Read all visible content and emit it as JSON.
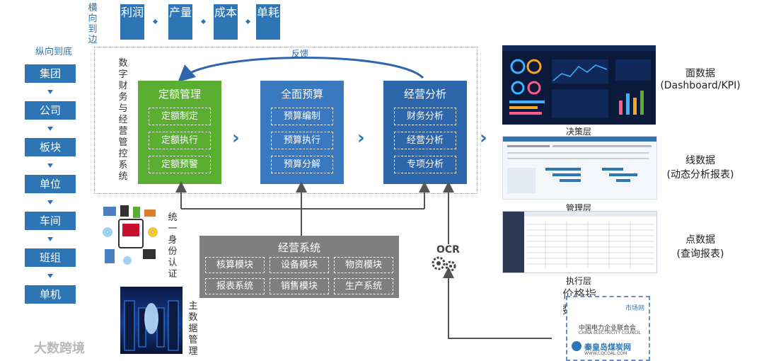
{
  "left_chain": {
    "title": "纵向到底",
    "items": [
      "集团",
      "公司",
      "板块",
      "单位",
      "车间",
      "班组",
      "单机"
    ]
  },
  "top_row": {
    "label": "横向到边",
    "items": [
      "利润",
      "产量",
      "成本",
      "单耗"
    ]
  },
  "system": {
    "label": "数字财务与经营管控系统",
    "feedback": "反馈",
    "modules": [
      {
        "title": "定额管理",
        "color": "#5aae32",
        "items": [
          "定额制定",
          "定额执行",
          "定额预警"
        ]
      },
      {
        "title": "全面预算",
        "color": "#3a78c0",
        "items": [
          "预算编制",
          "预算执行",
          "预算分解"
        ]
      },
      {
        "title": "经营分析",
        "color": "#2e66ab",
        "items": [
          "财务分析",
          "经营分析",
          "专项分析"
        ]
      }
    ]
  },
  "ops_system": {
    "title": "经营系统",
    "items": [
      "核算模块",
      "设备模块",
      "物资模块",
      "报表系统",
      "销售模块",
      "生产系统"
    ]
  },
  "auth_label": "统一身份认证",
  "master_data_label": "主数据管理",
  "ocr_label": "OCR",
  "layers": {
    "decision": "决策层",
    "management": "管理层",
    "execution": "执行层"
  },
  "right_labels": {
    "surface": [
      "面数据",
      "(Dashboard/KPI)"
    ],
    "line": [
      "线数据",
      "(动态分析报表)"
    ],
    "point": [
      "点数据",
      "(查询报表)"
    ]
  },
  "price_index": "价格指数",
  "price_sources": [
    "市场网",
    "中国电力企业联合会",
    "CHINA ELECTRICITY COUNCIL",
    "秦皇岛煤炭网",
    "WWW.CQCOAL.COM"
  ],
  "watermark": "大数跨境",
  "colors": {
    "blue": "#2e75b6",
    "green": "#5aae32",
    "gray": "#7f7f7f",
    "dark_panel": "#0b1a3a"
  }
}
